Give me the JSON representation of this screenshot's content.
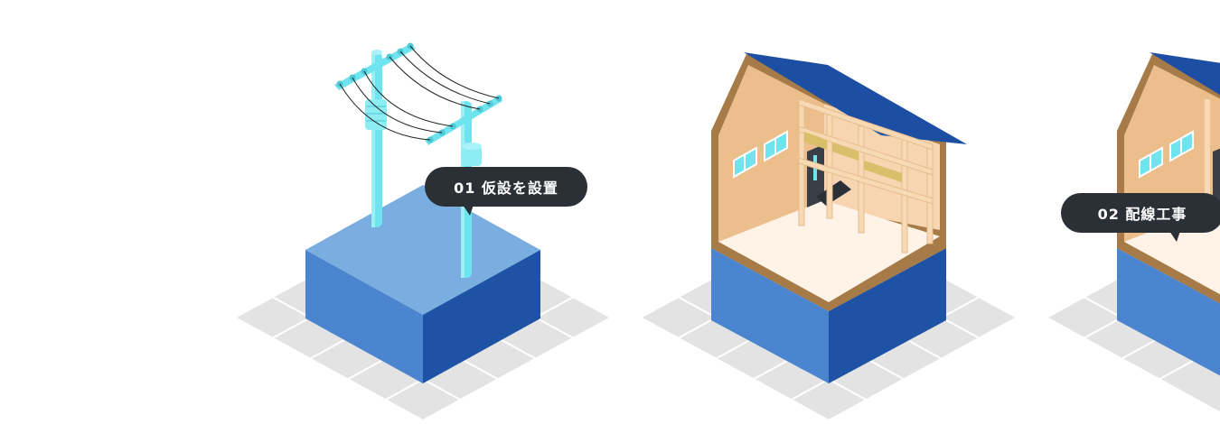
{
  "steps": [
    {
      "number": "01",
      "label": "仮設を設置",
      "text": "01 仮設を設置"
    },
    {
      "number": "02",
      "label": "配線工事",
      "text": "02 配線工事"
    }
  ],
  "colors": {
    "block_top": "#7aaee0",
    "block_left": "#4b85cf",
    "block_right": "#1d52a4",
    "pole": "#6fe3ee",
    "roof": "#1c4fa3",
    "wall": "#ecbe8c",
    "floor": "#fff3e8",
    "frame": "#a67b47",
    "grid_tile": "#e3e3e3",
    "callout_bg": "#2b2f36"
  }
}
